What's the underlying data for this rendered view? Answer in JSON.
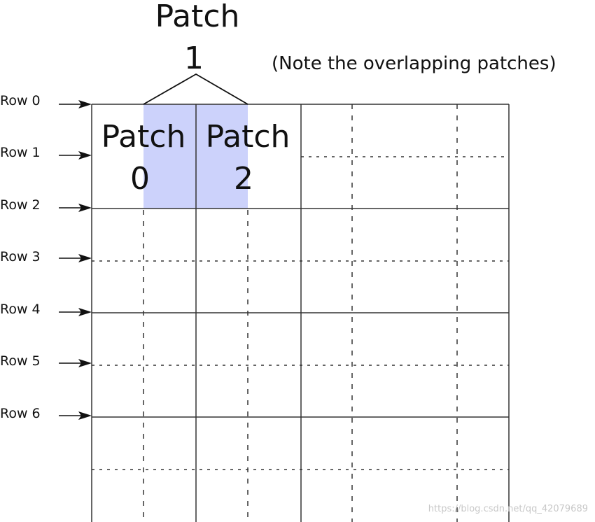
{
  "title": {
    "line1": "Patch",
    "line2": "1"
  },
  "note": "(Note the overlapping patches)",
  "row_labels": [
    "Row 0",
    "Row 1",
    "Row 2",
    "Row 3",
    "Row 4",
    "Row 5",
    "Row 6"
  ],
  "patches": [
    {
      "line1": "Patch",
      "line2": "0"
    },
    {
      "line1": "Patch",
      "line2": "2"
    }
  ],
  "colors": {
    "highlight": "#ccd2fb",
    "line": "#333333",
    "text": "#111111",
    "watermark": "#c8c8c8"
  },
  "watermark": "https://blog.csdn.net/qq_42079689"
}
